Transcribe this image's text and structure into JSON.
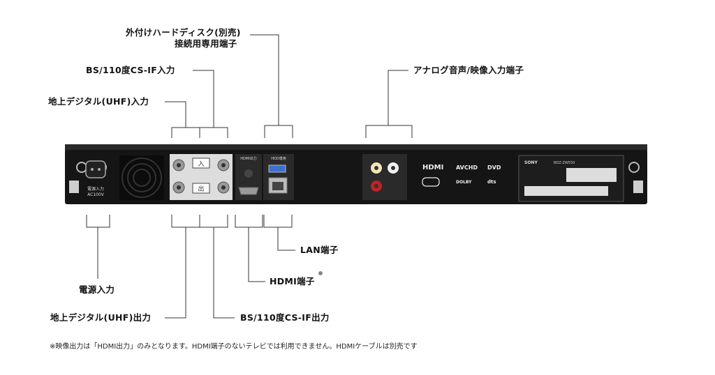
{
  "labels": {
    "hdd_line1": "外付けハードディスク(別売)",
    "hdd_line2": "接続用専用端子",
    "bs_in": "BS/110度CS-IF入力",
    "uhf_in": "地上デジタル(UHF)入力",
    "analog": "アナログ音声/映像入力端子",
    "lan": "LAN端子",
    "hdmi": "HDMI端子",
    "power": "電源入力",
    "uhf_out": "地上デジタル(UHF)出力",
    "bs_out": "BS/110度CS-IF出力"
  },
  "footnote": "※映像出力は「HDMI出力」のみとなります。HDMI端子のないテレビでは利用できません。HDMIケーブルは別売です",
  "device": {
    "power_text_1": "電源入力",
    "power_text_2": "AC100V",
    "antenna_top": "入",
    "antenna_bottom": "出",
    "hdmi_panel_label": "HDMI出力",
    "usb_panel_label": "HDD専用",
    "logos": {
      "hdmi": "HDMI",
      "avchd": "AVCHD",
      "dvd": "DVD",
      "dolby": "DOLBY",
      "dts": "dts",
      "sony": "SONY"
    },
    "model": "BDZ-ZW550"
  }
}
